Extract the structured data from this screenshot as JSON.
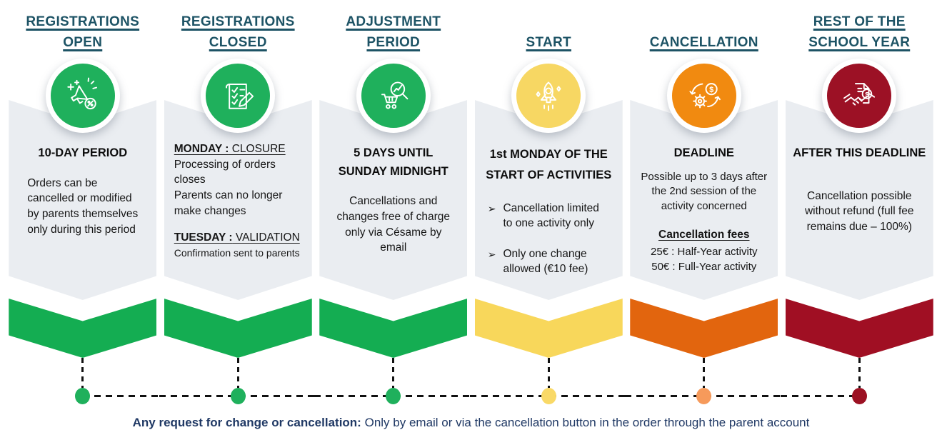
{
  "theme": {
    "title": "#1d5365",
    "footer": "#1f3864",
    "card": "#eaedf1",
    "line": "#111111"
  },
  "footer": {
    "lead": "Any request for change or cancellation:",
    "rest": "Only by email or via the cancellation button in the order through the parent account"
  },
  "stages": [
    {
      "name": "registrations-open",
      "title": "REGISTRATIONS\nOPEN",
      "icon": "megaphone-promo-icon",
      "colors": {
        "circle": "#1fb05c",
        "chevron": "#14ad52",
        "dot": "#1fb05c"
      },
      "heading": "10-DAY PERIOD",
      "body": "Orders can be\ncancelled or modified\nby parents themselves\nonly during this period"
    },
    {
      "name": "registrations-closed",
      "title": "REGISTRATIONS\nCLOSED",
      "icon": "checklist-pencil-icon",
      "colors": {
        "circle": "#1fb05c",
        "chevron": "#14ad52",
        "dot": "#1fb05c"
      },
      "monday_label": "MONDAY :",
      "monday_value": " CLOSURE",
      "monday_body": "Processing of orders closes\nParents can no longer\nmake changes",
      "tuesday_label": "TUESDAY :",
      "tuesday_value": " VALIDATION",
      "tuesday_body": "Confirmation sent to parents"
    },
    {
      "name": "adjustment-period",
      "title": "ADJUSTMENT\nPERIOD",
      "icon": "cart-magnifier-icon",
      "colors": {
        "circle": "#1fb05c",
        "chevron": "#14ad52",
        "dot": "#1fb05c"
      },
      "heading": "5 DAYS UNTIL\nSUNDAY MIDNIGHT",
      "body": "Cancellations and\nchanges free of charge\nonly via Césame by\nemail"
    },
    {
      "name": "start",
      "title": "START",
      "icon": "rocket-icon",
      "colors": {
        "circle": "#f7d763",
        "chevron": "#f8d75b",
        "dot": "#f9d967"
      },
      "heading": "1st MONDAY OF THE\nSTART OF ACTIVITIES",
      "bullet_glyph": "➢",
      "bullets": [
        "Cancellation limited\nto one activity only",
        "Only one change\nallowed (€10 fee)"
      ]
    },
    {
      "name": "cancellation",
      "title": "CANCELLATION",
      "icon": "gear-sync-dollar-icon",
      "colors": {
        "circle": "#f18a10",
        "chevron": "#e2650e",
        "dot": "#f69a5b"
      },
      "heading": "DEADLINE",
      "body": "Possible up to 3 days after\nthe 2nd session of the\nactivity concerned",
      "fees_title": "Cancellation fees",
      "fees": "25€ : Half-Year activity\n50€ : Full-Year activity"
    },
    {
      "name": "rest-of-school-year",
      "title": "REST OF THE\nSCHOOL YEAR",
      "icon": "handshake-contract-icon",
      "colors": {
        "circle": "#9c1125",
        "chevron": "#a00f23",
        "dot": "#9c1123"
      },
      "heading": "AFTER THIS DEADLINE",
      "body": "Cancellation possible\nwithout refund (full fee\nremains due – 100%)"
    }
  ]
}
